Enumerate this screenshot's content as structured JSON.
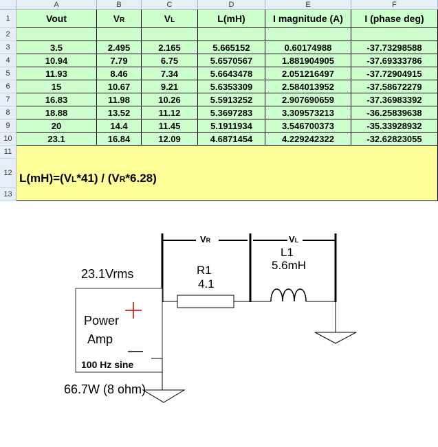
{
  "spreadsheet": {
    "columns": [
      "A",
      "B",
      "C",
      "D",
      "E",
      "F"
    ],
    "row_numbers": [
      "1",
      "2",
      "3",
      "4",
      "5",
      "6",
      "7",
      "8",
      "9",
      "10",
      "11",
      "12",
      "13"
    ],
    "headers": [
      "Vout",
      "VR",
      "VL",
      "L(mH)",
      "I magnitude (A)",
      "I (phase deg)"
    ],
    "header_parts": {
      "vr": {
        "main": "V",
        "sub": "R"
      },
      "vl": {
        "main": "V",
        "sub": "L"
      }
    },
    "rows": [
      [
        "3.5",
        "2.495",
        "2.165",
        "5.665152",
        "0.60174988",
        "-37.73298588"
      ],
      [
        "10.94",
        "7.79",
        "6.75",
        "5.6570567",
        "1.881904905",
        "-37.69333786"
      ],
      [
        "11.93",
        "8.46",
        "7.34",
        "5.6643478",
        "2.051216497",
        "-37.72904915"
      ],
      [
        "15",
        "10.67",
        "9.21",
        "5.6353309",
        "2.584013952",
        "-37.58672279"
      ],
      [
        "16.83",
        "11.98",
        "10.26",
        "5.5913252",
        "2.907690659",
        "-37.36983392"
      ],
      [
        "18.88",
        "13.52",
        "11.12",
        "5.3697283",
        "3.309573213",
        "-36.25839638"
      ],
      [
        "20",
        "14.4",
        "11.45",
        "5.1911934",
        "3.546700373",
        "-35.33928932"
      ],
      [
        "23.1",
        "16.84",
        "12.09",
        "4.6871454",
        "4.229242322",
        "-32.62823055"
      ]
    ],
    "formula": {
      "p1": "L(mH)=(V",
      "s1": "L",
      "p2": "*41) / (V",
      "s2": "R",
      "p3": "*6.28)"
    }
  },
  "circuit": {
    "vr_label": {
      "main": "V",
      "sub": "R"
    },
    "vl_label": {
      "main": "V",
      "sub": "L"
    },
    "source_voltage": "23.1Vrms",
    "amp_label_1": "Power",
    "amp_label_2": "Amp",
    "plus_sign": "+",
    "minus_sign": "—",
    "signal_label": "100 Hz sine",
    "resistor_name": "R1",
    "resistor_value": "4.1",
    "inductor_name": "L1",
    "inductor_value": "5.6mH",
    "power_label": "66.7W (8 ohm)",
    "colors": {
      "plus": "#cc0000",
      "line": "#000000"
    }
  }
}
